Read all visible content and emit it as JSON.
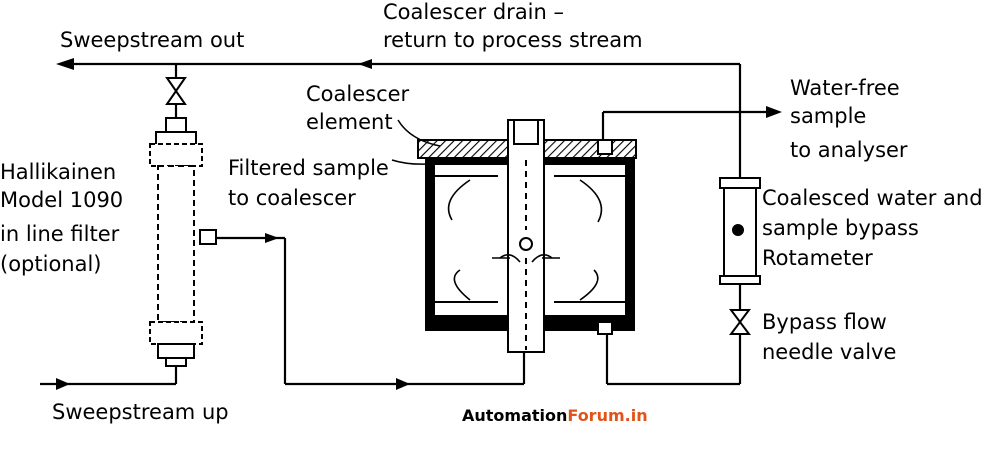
{
  "labels": {
    "sweepstream_out": "Sweepstream out",
    "coalescer_drain_1": "Coalescer drain –",
    "coalescer_drain_2": "return to process stream",
    "coalescer_element_1": "Coalescer",
    "coalescer_element_2": "element",
    "water_free_1": "Water-free",
    "water_free_2": "sample",
    "water_free_3": "to analyser",
    "filter_1": "Hallikainen",
    "filter_2": "Model 1090",
    "filter_3": "in line filter",
    "filter_4": "(optional)",
    "filtered_sample_1": "Filtered sample",
    "filtered_sample_2": "to coalescer",
    "rotameter_1": "Coalesced water and",
    "rotameter_2": "sample bypass",
    "rotameter_3": "Rotameter",
    "needle_valve_1": "Bypass flow",
    "needle_valve_2": "needle valve",
    "sweepstream_up": "Sweepstream up"
  },
  "watermark": {
    "part1": "Automation",
    "part2": "Forum.in"
  },
  "colors": {
    "line": "#000000",
    "watermark_accent": "#e0541a"
  }
}
